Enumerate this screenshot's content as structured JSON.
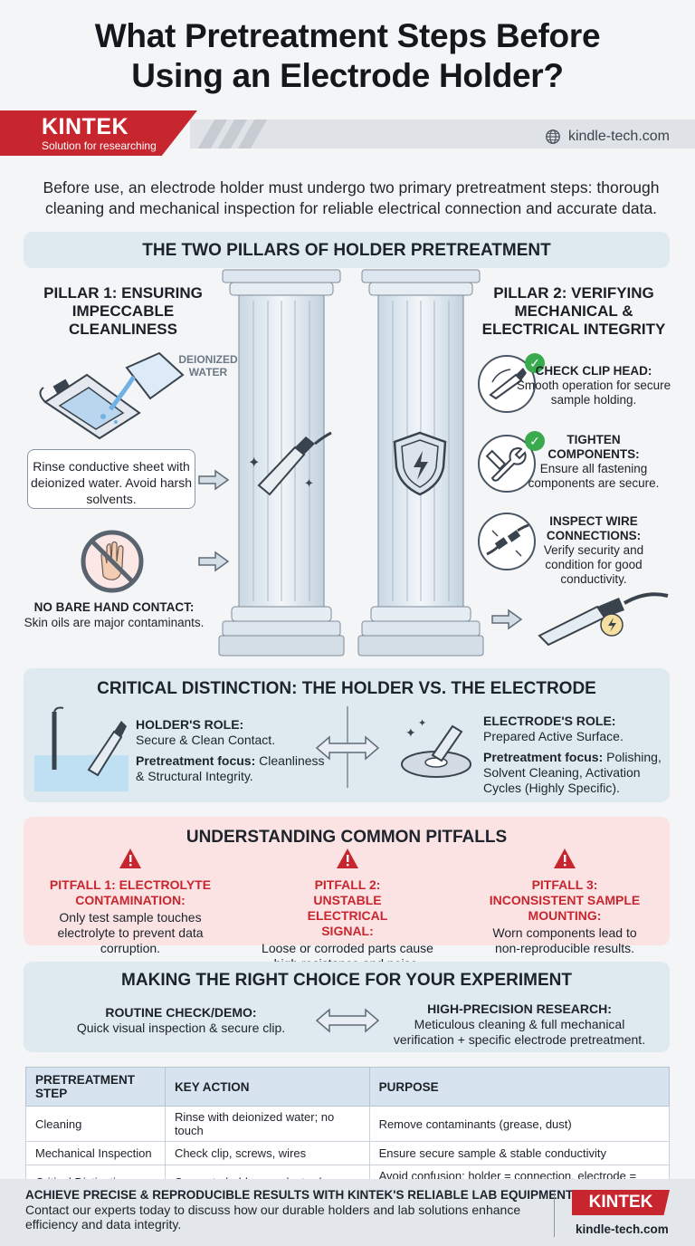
{
  "title_line1": "What Pretreatment Steps Before",
  "title_line2": "Using an Electrode Holder?",
  "brand": {
    "name": "KINTEK",
    "tagline": "Solution for researching",
    "website": "kindle-tech.com"
  },
  "intro": "Before use, an electrode holder must undergo two primary pretreatment steps: thorough cleaning and mechanical inspection for reliable electrical connection and accurate data.",
  "pillars": {
    "heading": "THE TWO PILLARS OF HOLDER PRETREATMENT",
    "pillar1": {
      "title": "PILLAR 1: ENSURING IMPECCABLE CLEANLINESS",
      "water_label": "DEIONIZED WATER",
      "rinse": "Rinse conductive sheet with deionized water. Avoid harsh solvents.",
      "no_touch_title": "NO BARE HAND CONTACT:",
      "no_touch_desc": "Skin oils are major contaminants."
    },
    "pillar2": {
      "title": "PILLAR 2: VERIFYING MECHANICAL & ELECTRICAL INTEGRITY",
      "steps": [
        {
          "title": "CHECK CLIP HEAD:",
          "desc": "Smooth operation for secure sample holding."
        },
        {
          "title": "TIGHTEN COMPONENTS:",
          "desc": "Ensure all fastening components are secure."
        },
        {
          "title": "INSPECT WIRE CONNECTIONS:",
          "desc": "Verify security and condition for good conductivity."
        }
      ]
    }
  },
  "distinction": {
    "heading": "CRITICAL DISTINCTION: THE HOLDER VS. THE ELECTRODE",
    "holder_role_title": "HOLDER'S ROLE:",
    "holder_role": "Secure & Clean Contact.",
    "holder_focus_label": "Pretreatment focus:",
    "holder_focus": "Cleanliness & Structural Integrity.",
    "electrode_role_title": "ELECTRODE'S ROLE:",
    "electrode_role": "Prepared Active Surface.",
    "electrode_focus_label": "Pretreatment focus:",
    "electrode_focus": "Polishing, Solvent Cleaning, Activation Cycles (Highly Specific)."
  },
  "pitfalls": {
    "heading": "UNDERSTANDING COMMON PITFALLS",
    "items": [
      {
        "title": "PITFALL 1: ELECTROLYTE CONTAMINATION:",
        "desc": "Only test sample touches electrolyte to prevent data corruption."
      },
      {
        "title": "PITFALL 2: UNSTABLE ELECTRICAL SIGNAL:",
        "desc": "Loose or corroded parts cause high resistance and noise."
      },
      {
        "title": "PITFALL 3: INCONSISTENT SAMPLE MOUNTING:",
        "desc": "Worn components lead to non-reproducible results."
      }
    ]
  },
  "choice": {
    "heading": "MAKING THE RIGHT CHOICE FOR YOUR EXPERIMENT",
    "left_title": "ROUTINE CHECK/DEMO:",
    "left_desc": "Quick visual inspection & secure clip.",
    "right_title": "HIGH-PRECISION RESEARCH:",
    "right_desc": "Meticulous cleaning & full mechanical verification + specific electrode pretreatment."
  },
  "table": {
    "headers": [
      "PRETREATMENT STEP",
      "KEY ACTION",
      "PURPOSE"
    ],
    "rows": [
      [
        "Cleaning",
        "Rinse with deionized water; no touch",
        "Remove contaminants (grease, dust)"
      ],
      [
        "Mechanical Inspection",
        "Check clip, screws, wires",
        "Ensure secure sample & stable conductivity"
      ],
      [
        "Critical Distinction",
        "Separate holder vs. electrode prep",
        "Avoid confusion; holder = connection, electrode = surface"
      ]
    ]
  },
  "footer": {
    "strong": "ACHIEVE PRECISE & REPRODUCIBLE RESULTS WITH KINTEK'S RELIABLE LAB EQUIPMENT.",
    "text": "Contact our experts today to discuss how our durable holders and lab solutions enhance efficiency and data integrity.",
    "logo": "KINTEK",
    "website": "kindle-tech.com"
  },
  "colors": {
    "brand_red": "#c8262f",
    "panel_blue": "#dfe9f0",
    "pitfall_pink": "#fbe3e3",
    "check_green": "#3aaa4e"
  },
  "icons": [
    "globe-icon",
    "beaker-icon",
    "no-hand-icon",
    "clip-icon",
    "shield-bolt-icon",
    "wrench-icon",
    "wire-plug-icon",
    "warning-icon",
    "double-arrow-icon",
    "check-icon"
  ]
}
